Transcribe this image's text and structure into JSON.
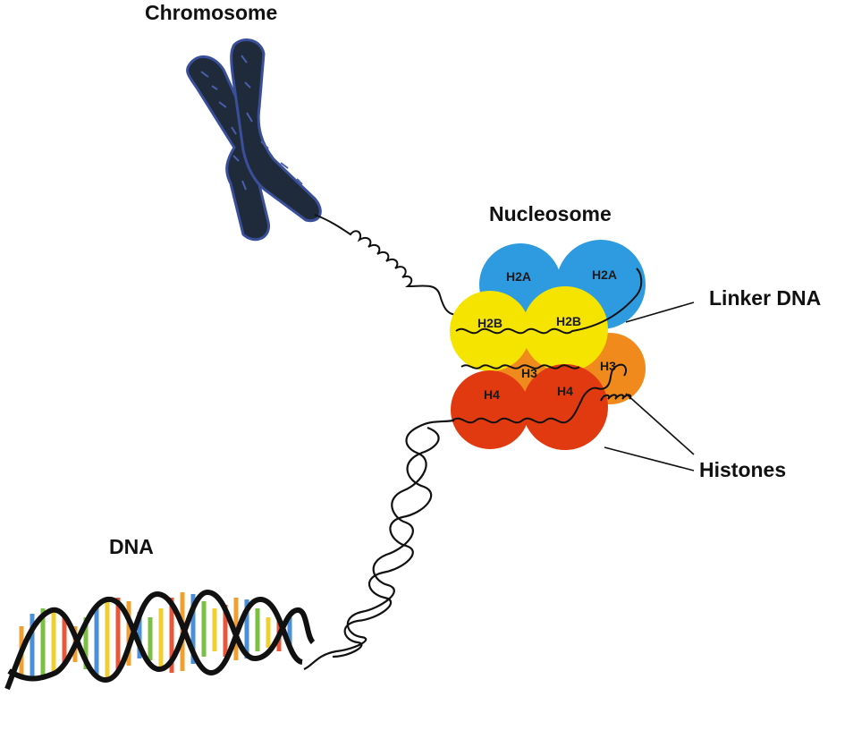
{
  "labels": {
    "chromosome": "Chromosome",
    "nucleosome": "Nucleosome",
    "linker_dna": "Linker DNA",
    "histones": "Histones",
    "dna": "DNA"
  },
  "histones": {
    "h2a_left": "H2A",
    "h2a_right": "H2A",
    "h2b_left": "H2B",
    "h2b_right": "H2B",
    "h3_center": "H3",
    "h3_right": "H3",
    "h4_left": "H4",
    "h4_right": "H4"
  },
  "colors": {
    "h2a": "#2e9be0",
    "h2b": "#f5e400",
    "h3": "#f08a1c",
    "h4": "#e23a10",
    "chromosome": "#1f2a3a",
    "dna_strand": "#111111",
    "base_pairs": [
      "#f0a030",
      "#4a90d9",
      "#7cc043",
      "#f0d030",
      "#e8573a"
    ]
  }
}
